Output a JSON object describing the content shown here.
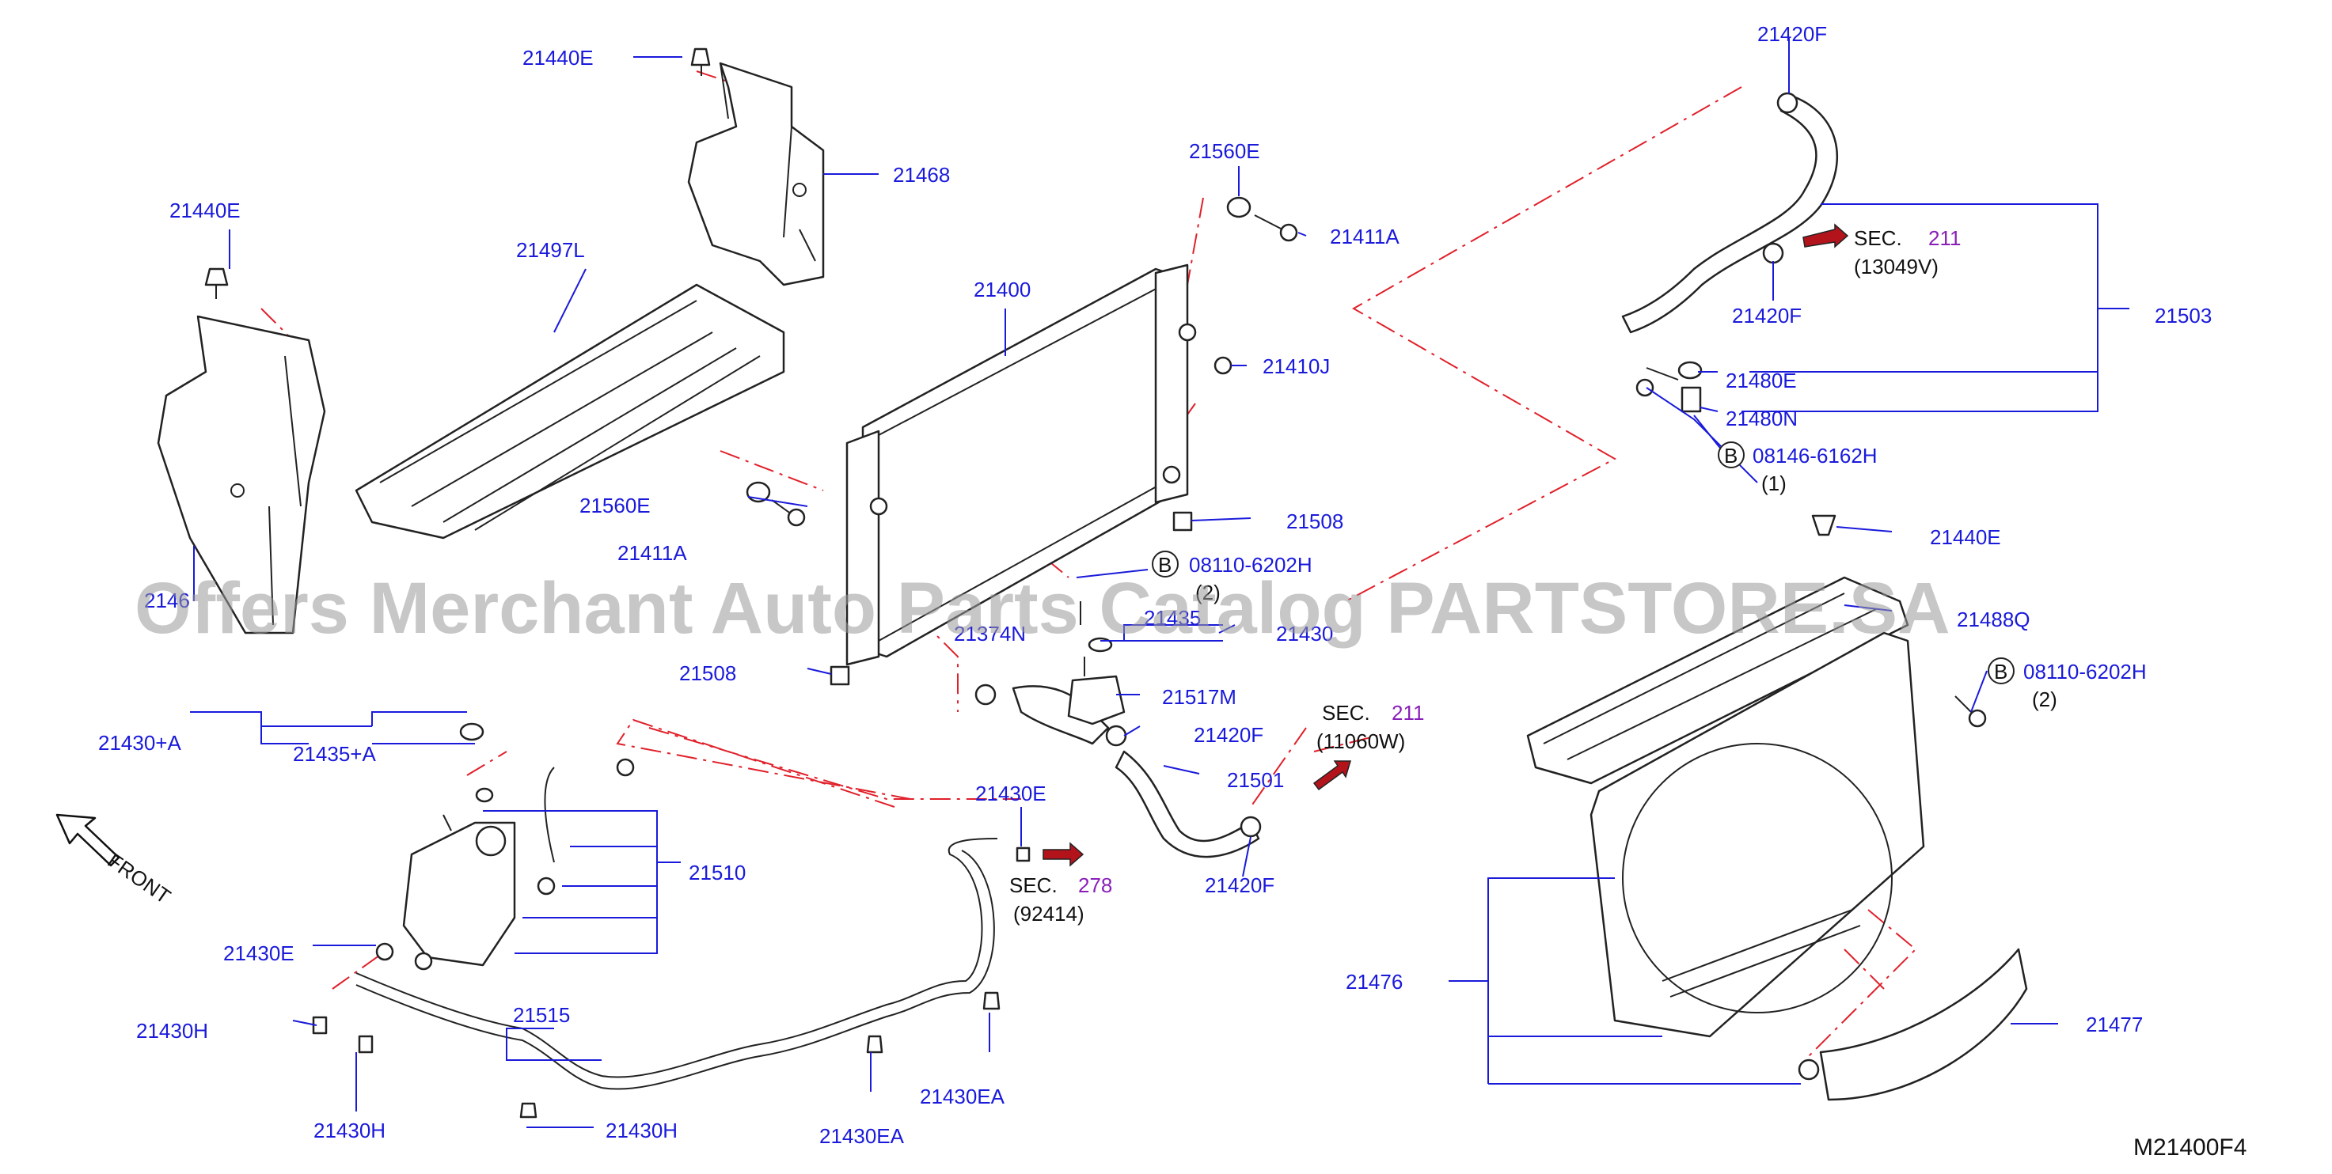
{
  "watermark": "Offers Merchant Auto Parts Catalog PARTSTORE.SA",
  "diagram_code": "M21400F4",
  "front_label": "FRONT",
  "callouts": {
    "c_21440E_top": "21440E",
    "c_21468": "21468",
    "c_21440E_left": "21440E",
    "c_21497L": "21497L",
    "c_2146_left": "2146",
    "c_21400": "21400",
    "c_21560E_top": "21560E",
    "c_21411A_top": "21411A",
    "c_21410J": "21410J",
    "c_21560E_mid": "21560E",
    "c_21411A_mid": "21411A",
    "c_21508_right": "21508",
    "c_21508_left": "21508",
    "c_21374N": "21374N",
    "c_21435": "21435",
    "c_21430_partial": "21430",
    "c_21517M": "21517M",
    "c_21420F_mid": "21420F",
    "c_21501": "21501",
    "c_21420F_low": "21420F",
    "c_21420F_top": "21420F",
    "c_21420F_sec": "21420F",
    "c_21503": "21503",
    "c_21480E": "21480E",
    "c_21480N": "21480N",
    "c_21440E_right": "21440E",
    "c_21488_partial": "21488Q",
    "c_21430A": "21430+A",
    "c_21435A": "21435+A",
    "c_21510": "21510",
    "c_21430E_left": "21430E",
    "c_21430E_mid": "21430E",
    "c_21430H_1": "21430H",
    "c_21430H_2": "21430H",
    "c_21430H_3": "21430H",
    "c_21515": "21515",
    "c_21430EA_1": "21430EA",
    "c_21430EA_2": "21430EA",
    "c_21476": "21476",
    "c_21477": "21477"
  },
  "bolts": {
    "b1_code": "08146-6162H",
    "b1_qty": "(1)",
    "b2_code": "08110-6202H",
    "b2_qty": "(2)",
    "b3_code": "08110-6202H",
    "b3_qty": "(2)",
    "circle_letter": "B"
  },
  "sections": {
    "s1_label": "SEC.",
    "s1_num": "211",
    "s1_ref": "(13049V)",
    "s2_label": "SEC.",
    "s2_num": "211",
    "s2_ref": "(11060W)",
    "s3_label": "SEC.",
    "s3_num": "278",
    "s3_ref": "(92414)"
  }
}
